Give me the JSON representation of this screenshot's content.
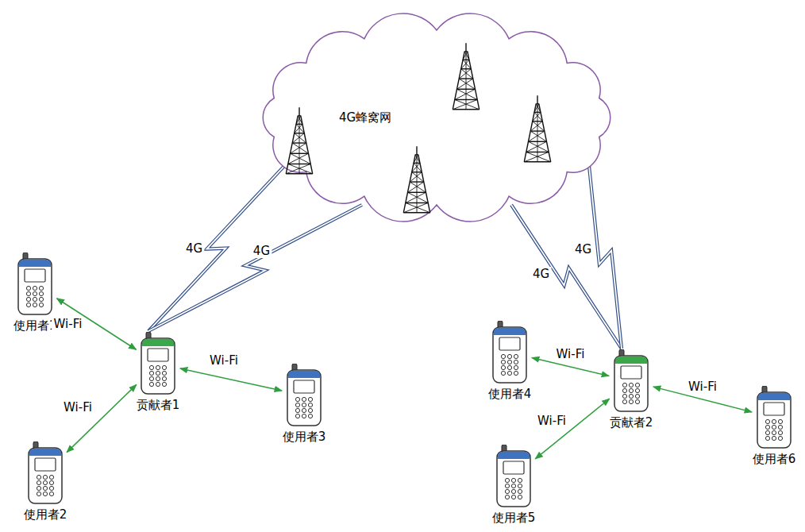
{
  "diagram": {
    "nodes": [
      {
        "text": [
          "4G蜂窝网"
        ]
      },
      {
        "text": [
          "使用者1"
        ]
      },
      {
        "text": [
          "贡献者1"
        ]
      },
      {
        "text": [
          "使用者2"
        ]
      },
      {
        "text": [
          "使用者3"
        ]
      },
      {
        "text": [
          "使用者4"
        ]
      },
      {
        "text": [
          "贡献者2"
        ]
      },
      {
        "text": [
          "使用者5"
        ]
      },
      {
        "text": [
          "使用者6"
        ]
      }
    ],
    "edges": [
      {
        "from": 1,
        "to": 2,
        "arrow": "both",
        "label": "Wi-Fi"
      },
      {
        "from": 3,
        "to": 2,
        "arrow": "both",
        "label": "Wi-Fi"
      },
      {
        "from": 4,
        "to": 2,
        "arrow": "both",
        "label": "Wi-Fi"
      },
      {
        "from": 5,
        "to": 6,
        "arrow": "both",
        "label": "Wi-Fi"
      },
      {
        "from": 7,
        "to": 6,
        "arrow": "both",
        "label": "Wi-Fi"
      },
      {
        "from": 8,
        "to": 6,
        "arrow": "both",
        "label": "Wi-Fi"
      },
      {
        "from": 0,
        "to": 2,
        "arrow": "none",
        "label": "4G"
      },
      {
        "from": 0,
        "to": 2,
        "arrow": "none",
        "label": "4G"
      },
      {
        "from": 0,
        "to": 6,
        "arrow": "none",
        "label": "4G"
      },
      {
        "from": 0,
        "to": 6,
        "arrow": "none",
        "label": "4G"
      }
    ]
  }
}
